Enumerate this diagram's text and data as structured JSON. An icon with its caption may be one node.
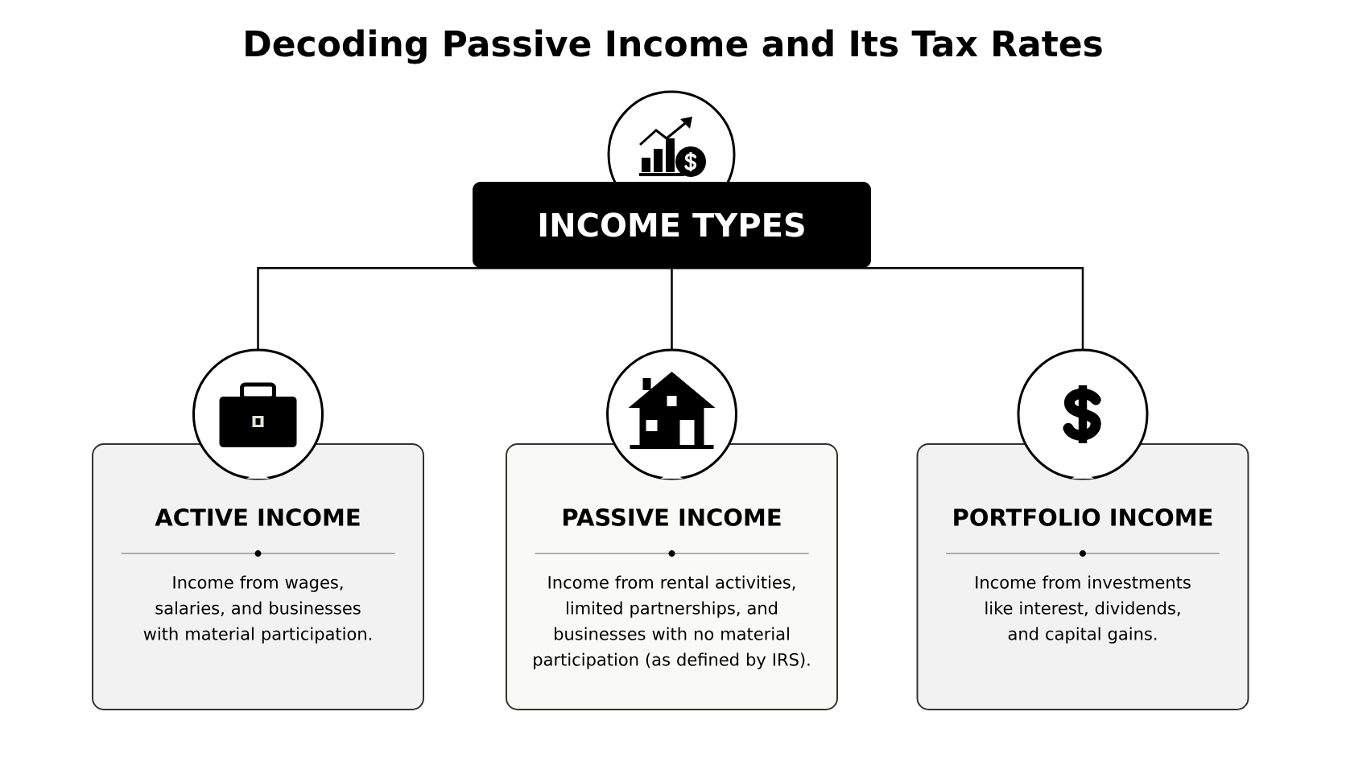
{
  "diagram": {
    "title": "Decoding Passive Income and Its Tax Rates",
    "nodes": [
      {
        "text": [
          "INCOME TYPES"
        ]
      },
      {
        "text": [
          "ACTIVE INCOME",
          "Income from wages, salaries, and businesses with material participation."
        ]
      },
      {
        "text": [
          "PASSIVE INCOME",
          "Income from rental activities, limited partnerships, and businesses with no material participation (as defined by IRS)."
        ]
      },
      {
        "text": [
          "PORTFOLIO INCOME",
          "Income from investments like interest, dividends, and capital gains."
        ]
      }
    ],
    "edges": [
      {
        "from": 0,
        "to": 1,
        "arrow": "none"
      },
      {
        "from": 0,
        "to": 2,
        "arrow": "none"
      },
      {
        "from": 0,
        "to": 3,
        "arrow": "none"
      }
    ]
  }
}
